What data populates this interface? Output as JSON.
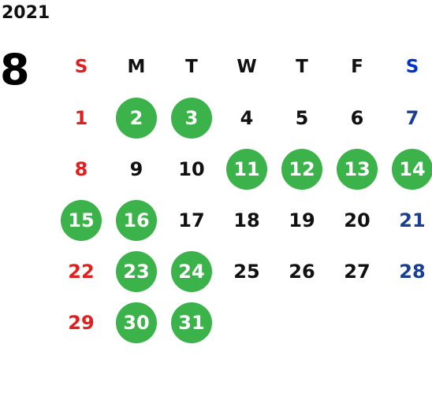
{
  "year": "2021",
  "month": "8",
  "weekdays": [
    "S",
    "M",
    "T",
    "W",
    "T",
    "F",
    "S"
  ],
  "highlight_color": "#3bb24a",
  "sunday_color": "#e0201e",
  "saturday_color": "#1a3e92",
  "weeks": [
    [
      {
        "d": "1",
        "h": false
      },
      {
        "d": "2",
        "h": true
      },
      {
        "d": "3",
        "h": true
      },
      {
        "d": "4",
        "h": false
      },
      {
        "d": "5",
        "h": false
      },
      {
        "d": "6",
        "h": false
      },
      {
        "d": "7",
        "h": false
      }
    ],
    [
      {
        "d": "8",
        "h": false
      },
      {
        "d": "9",
        "h": false
      },
      {
        "d": "10",
        "h": false
      },
      {
        "d": "11",
        "h": true
      },
      {
        "d": "12",
        "h": true
      },
      {
        "d": "13",
        "h": true
      },
      {
        "d": "14",
        "h": true
      }
    ],
    [
      {
        "d": "15",
        "h": true
      },
      {
        "d": "16",
        "h": true
      },
      {
        "d": "17",
        "h": false
      },
      {
        "d": "18",
        "h": false
      },
      {
        "d": "19",
        "h": false
      },
      {
        "d": "20",
        "h": false
      },
      {
        "d": "21",
        "h": false
      }
    ],
    [
      {
        "d": "22",
        "h": false
      },
      {
        "d": "23",
        "h": true
      },
      {
        "d": "24",
        "h": true
      },
      {
        "d": "25",
        "h": false
      },
      {
        "d": "26",
        "h": false
      },
      {
        "d": "27",
        "h": false
      },
      {
        "d": "28",
        "h": false
      }
    ],
    [
      {
        "d": "29",
        "h": false
      },
      {
        "d": "30",
        "h": true
      },
      {
        "d": "31",
        "h": true
      },
      {
        "d": "",
        "h": false
      },
      {
        "d": "",
        "h": false
      },
      {
        "d": "",
        "h": false
      },
      {
        "d": "",
        "h": false
      }
    ]
  ]
}
